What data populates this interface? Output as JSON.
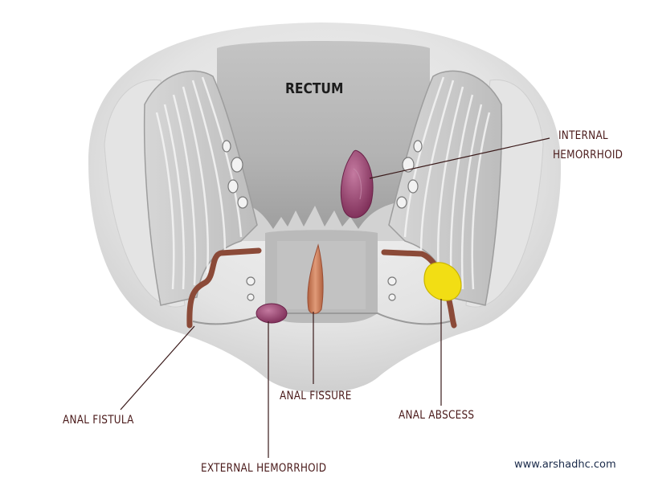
{
  "labels": {
    "rectum": "RECTUM",
    "internal_hemorrhoid_line1": "INTERNAL",
    "internal_hemorrhoid_line2": "HEMORRHOID",
    "anal_fistula": "ANAL FISTULA",
    "anal_fissure": "ANAL FISSURE",
    "anal_abscess": "ANAL ABSCESS",
    "external_hemorrhoid": "EXTERNAL HEMORRHOID"
  },
  "watermark": "www.arshadhc.com",
  "colors": {
    "tissue_light": "#e9e9e9",
    "tissue_mid": "#c9c9c9",
    "tissue_dark": "#a8a8a8",
    "hemorrhoid": "#9a4470",
    "fistula": "#8b4a38",
    "fissure": "#c8785a",
    "abscess": "#f2de14",
    "label_text": "#4a1a1a",
    "leader_line": "#3a1a1a"
  }
}
